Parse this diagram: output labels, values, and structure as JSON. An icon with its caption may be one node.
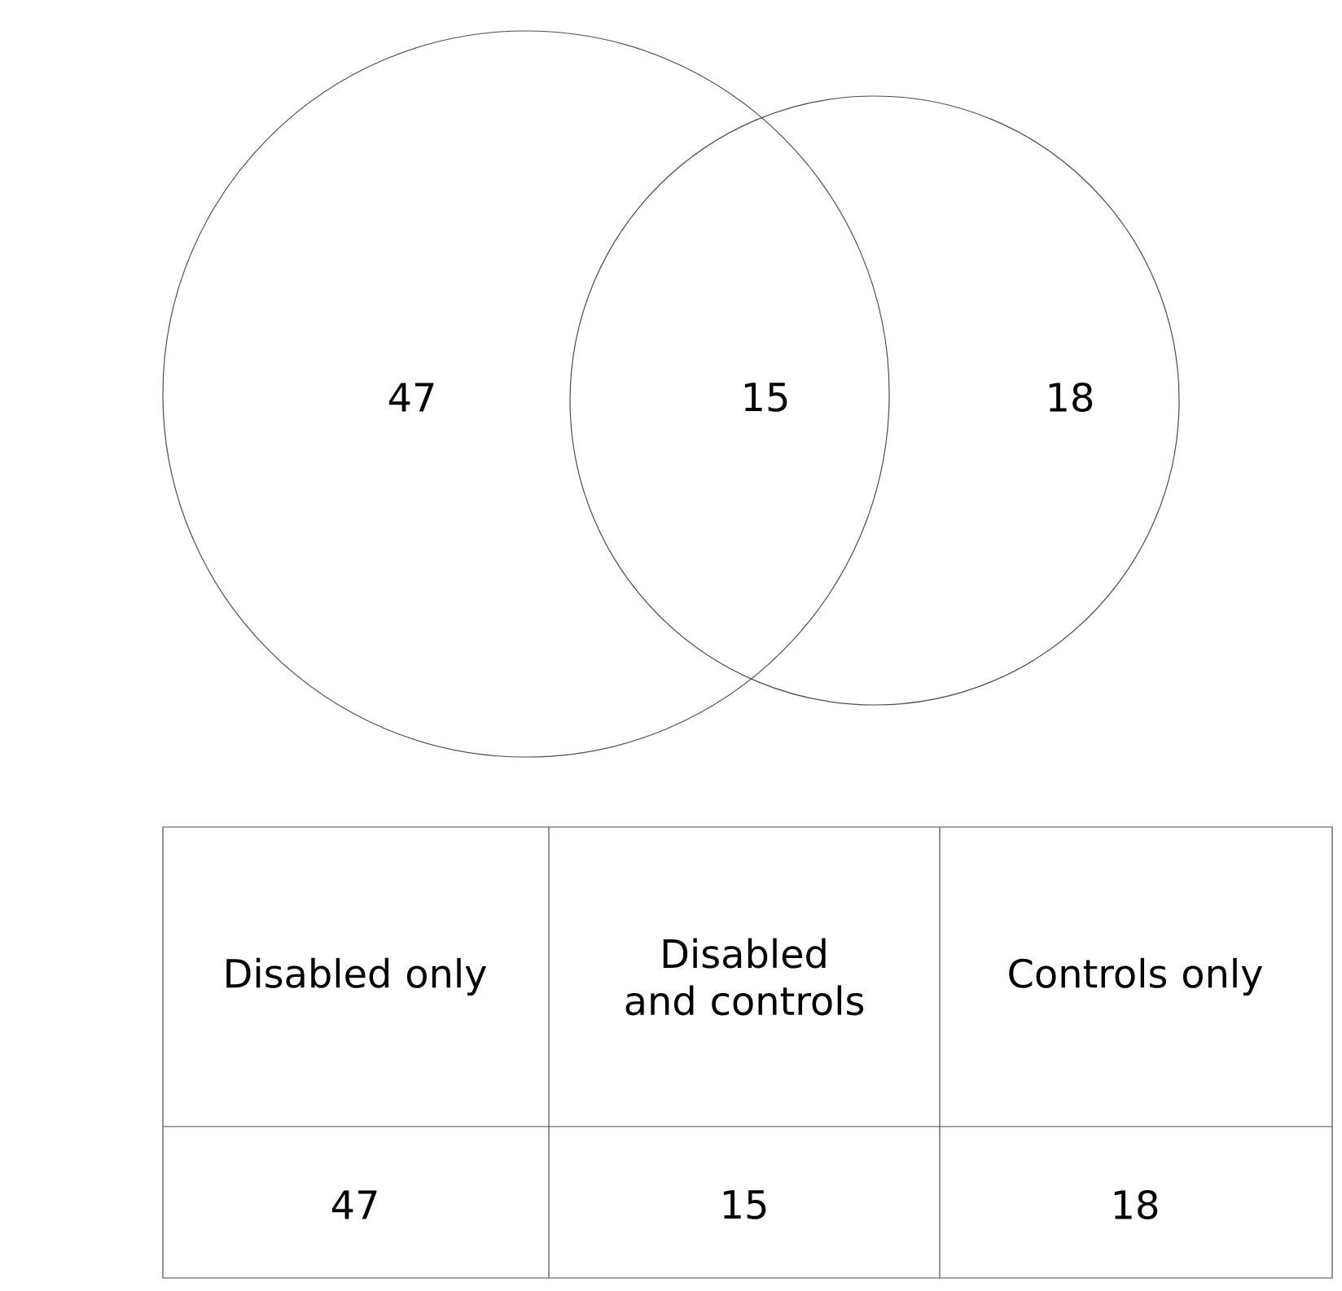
{
  "diagram": {
    "nodes": [
      {
        "text": [],
        "shape": "circle"
      },
      {
        "text": [],
        "shape": "circle"
      }
    ],
    "labels": [
      "47",
      "15",
      "18",
      "Disabled only",
      "Disabled and controls",
      "Controls only",
      "47",
      "15",
      "18"
    ]
  }
}
